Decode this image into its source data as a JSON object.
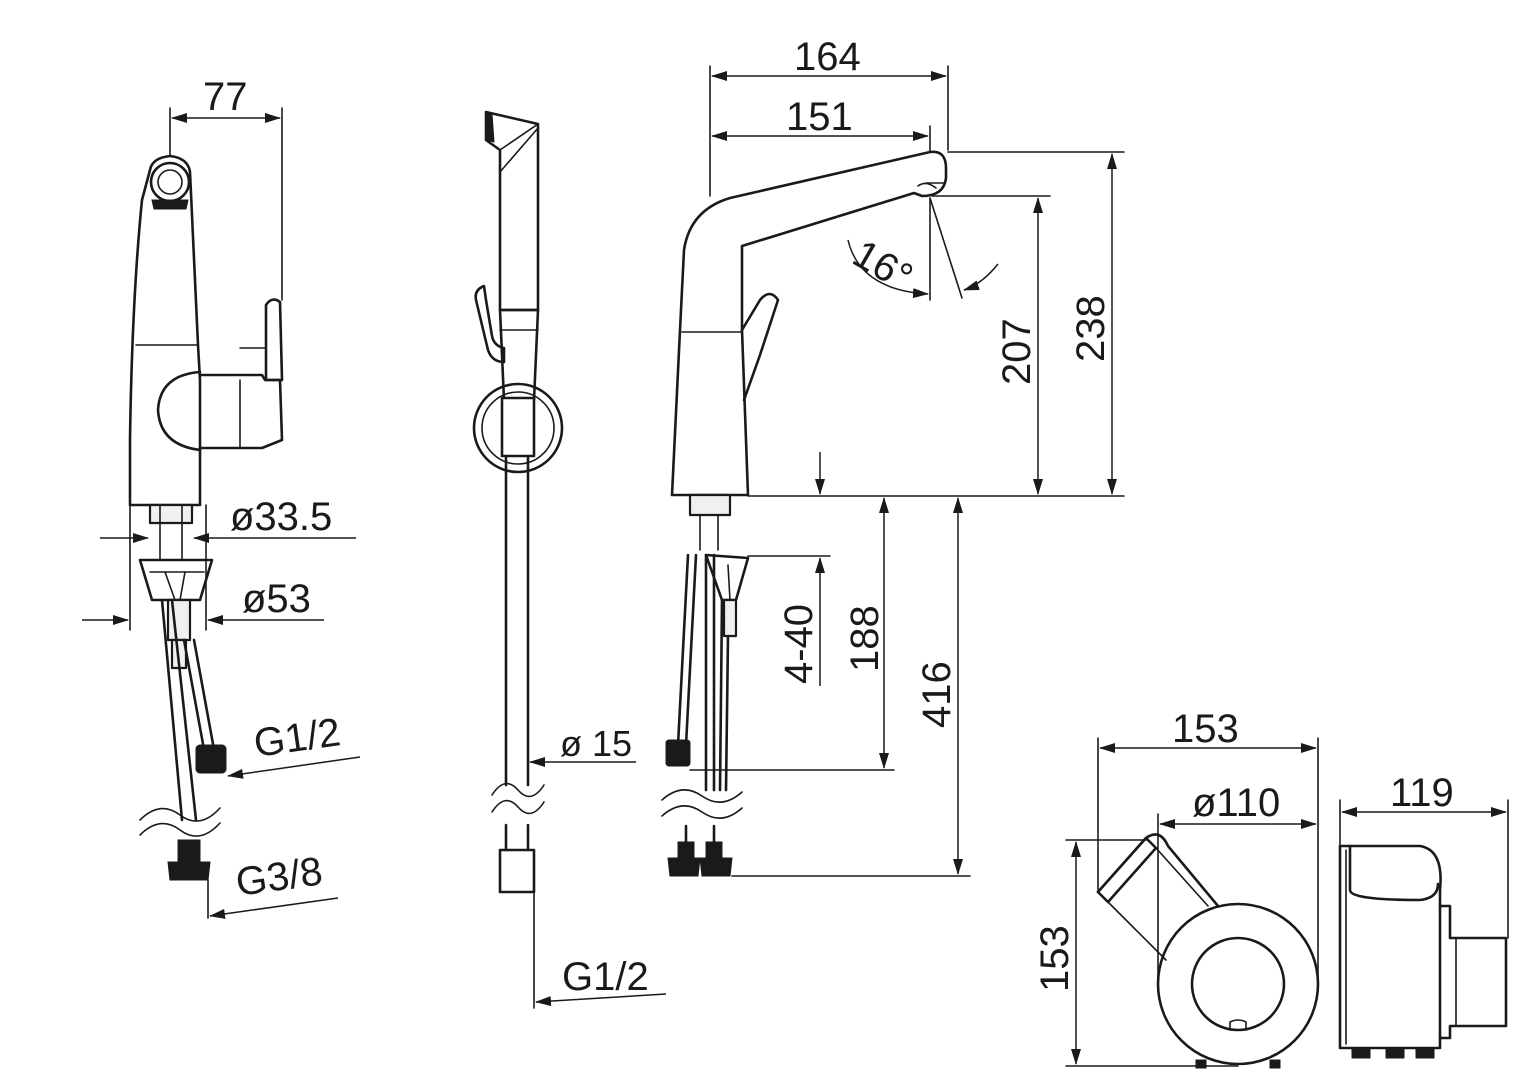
{
  "drawing": {
    "views": {
      "side_view": {
        "dims": {
          "top_width": "77",
          "shank_diameter": "ø33.5",
          "flange_diameter": "ø53",
          "hose_thread_upper": "G1/2",
          "hose_thread_lower": "G3/8"
        }
      },
      "hand_shower": {
        "dims": {
          "hose_diameter": "ø 15",
          "hose_thread": "G1/2"
        }
      },
      "front_view": {
        "dims": {
          "overall_reach": "164",
          "spout_reach": "151",
          "spout_angle": "16°",
          "spout_outlet_height": "207",
          "overall_height": "238",
          "deck_thickness": "4-40",
          "hose_length_upper": "188",
          "hose_length_total": "416"
        }
      },
      "valve_top_view": {
        "dims": {
          "width": "153",
          "body_diameter": "ø110",
          "depth": "153"
        }
      },
      "valve_side_view": {
        "dims": {
          "width": "119"
        }
      }
    }
  }
}
